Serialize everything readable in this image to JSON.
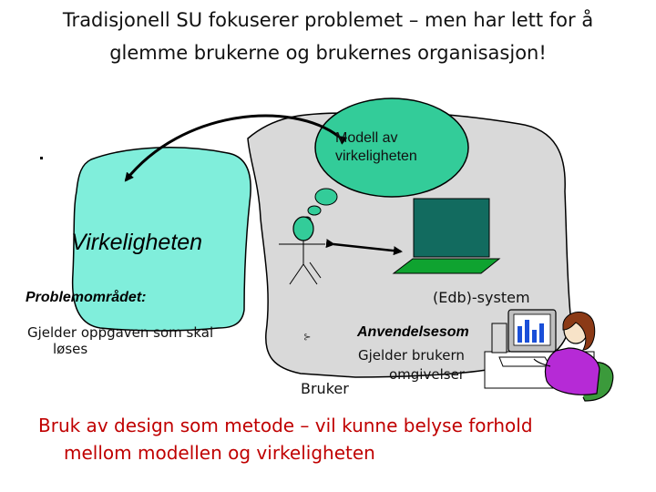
{
  "title": {
    "line1": "Tradisjonell SU fokuserer problemet – men har lett for å",
    "line2": "glemme brukerne og brukernes organisasjon!"
  },
  "diagram": {
    "model_line1": "Modell av",
    "model_line2": "virkeligheten",
    "reality_label": "Virkeligheten",
    "problem_area": "Problemområdet:",
    "problem_desc_line1": "Gjelder oppgaven som skal",
    "problem_desc_line2": "løses",
    "system_label": "(Edb)-system",
    "use_area": "Anvendelsesom",
    "use_desc_line1": "Gjelder brukern",
    "use_desc_line2": "omgivelser",
    "user_label": "Bruker"
  },
  "caption": {
    "line1": "Bruk av design som metode –  vil kunne belyse forhold",
    "line2": "mellom modellen og virkeligheten"
  },
  "colors": {
    "reality_fill": "#80eedb",
    "model_fill": "#33cc99",
    "gray_fill": "#d9d9d9",
    "screen": "#126b5f",
    "keyboard": "#0fa330",
    "caption_text": "#c00000"
  }
}
